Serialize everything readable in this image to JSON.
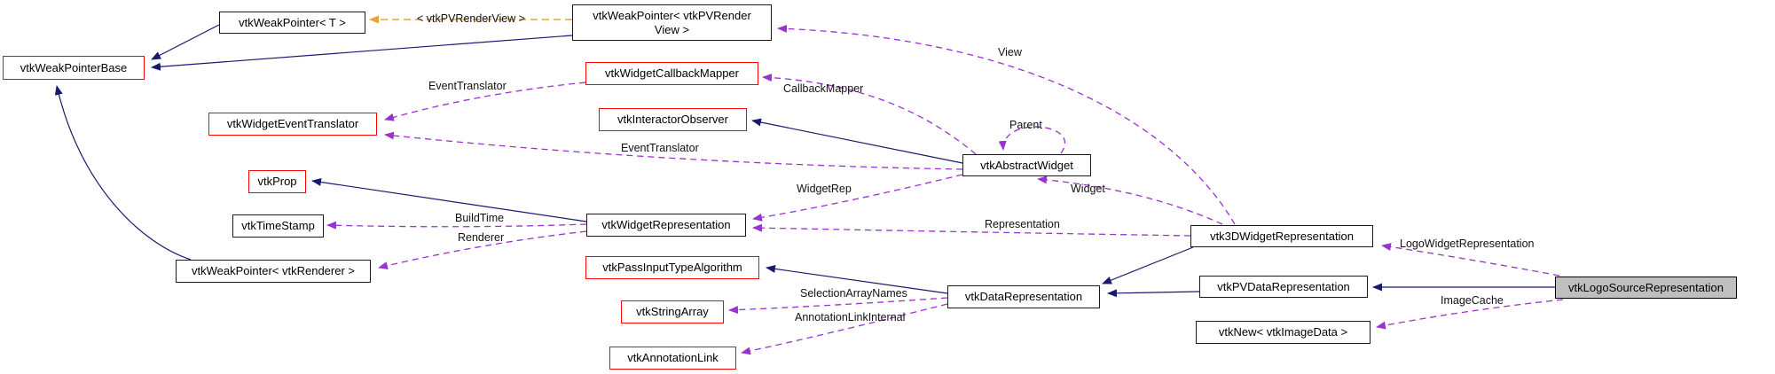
{
  "diagram": {
    "type": "collaboration-graph",
    "focus_class": "vtkLogoSourceRepresentation",
    "colors": {
      "background": "#ffffff",
      "inheritance_edge": "#191970",
      "usage_edge": "#9a32cd",
      "template_edge": "#e8a33d",
      "node_border": "#1a1a1a",
      "truncated_node_border": "#ff0000",
      "focus_node_fill": "#bfbfbf"
    },
    "nodes": {
      "weak_pointer_t": {
        "label": "vtkWeakPointer< T >"
      },
      "weak_pointer_base": {
        "label": "vtkWeakPointerBase"
      },
      "weak_pointer_pv_render_view": {
        "lines": [
          "vtkWeakPointer< vtkPVRender",
          "View >"
        ]
      },
      "widget_callback_mapper": {
        "label": "vtkWidgetCallbackMapper"
      },
      "interactor_observer": {
        "label": "vtkInteractorObserver"
      },
      "widget_event_translator": {
        "label": "vtkWidgetEventTranslator"
      },
      "abstract_widget": {
        "label": "vtkAbstractWidget"
      },
      "prop": {
        "label": "vtkProp"
      },
      "time_stamp": {
        "label": "vtkTimeStamp"
      },
      "widget_representation": {
        "label": "vtkWidgetRepresentation"
      },
      "weak_pointer_renderer": {
        "label": "vtkWeakPointer< vtkRenderer >"
      },
      "pass_input_type_algorithm": {
        "label": "vtkPassInputTypeAlgorithm"
      },
      "string_array": {
        "label": "vtkStringArray"
      },
      "annotation_link": {
        "label": "vtkAnnotationLink"
      },
      "data_representation": {
        "label": "vtkDataRepresentation"
      },
      "three_d_widget_representation": {
        "label": "vtk3DWidgetRepresentation"
      },
      "pv_data_representation": {
        "label": "vtkPVDataRepresentation"
      },
      "new_image_data": {
        "label": "vtkNew< vtkImageData >"
      },
      "logo_source_representation": {
        "label": "vtkLogoSourceRepresentation"
      }
    },
    "edge_labels": {
      "template_arg": "< vtkPVRenderView >",
      "view": "View",
      "event_translator_upper": "EventTranslator",
      "callback_mapper": "CallbackMapper",
      "parent": "Parent",
      "event_translator_lower": "EventTranslator",
      "widget_rep": "WidgetRep",
      "widget": "Widget",
      "build_time": "BuildTime",
      "renderer": "Renderer",
      "representation": "Representation",
      "logo_widget_representation": "LogoWidgetRepresentation",
      "selection_array_names": "SelectionArrayNames",
      "annotation_link_internal": "AnnotationLinkInternal",
      "image_cache": "ImageCache"
    }
  }
}
